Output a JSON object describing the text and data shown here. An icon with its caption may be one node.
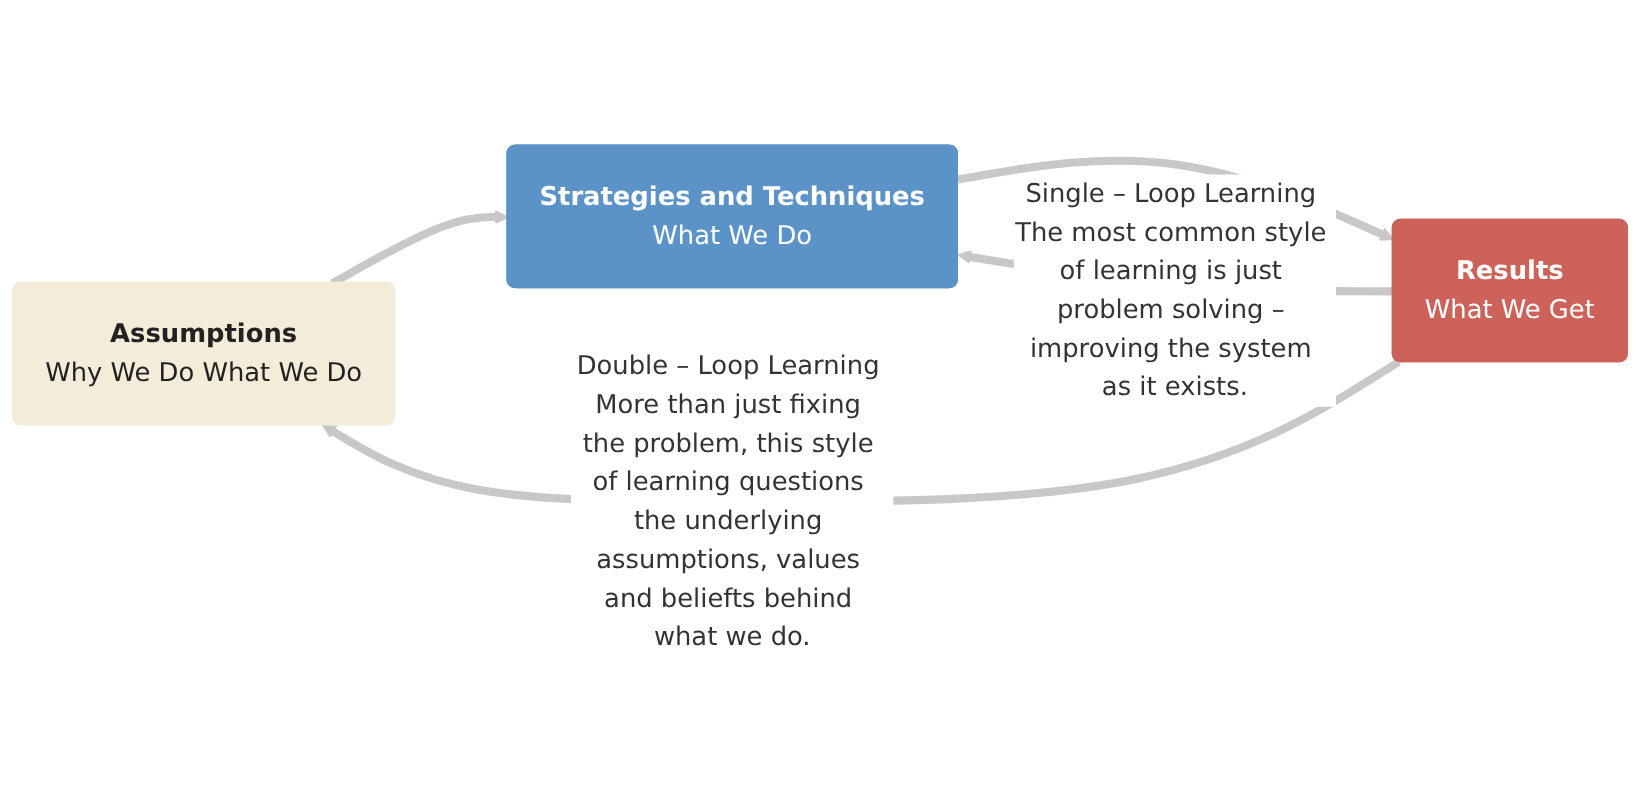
{
  "diagram": {
    "nodes": [
      {
        "text": [
          "Assumptions",
          "Why We Do What We Do"
        ]
      },
      {
        "text": [
          "Strategies and Techniques",
          "What We Do"
        ]
      },
      {
        "text": [
          "Results",
          "What We Get"
        ]
      }
    ],
    "edges": [
      {
        "from": 0,
        "to": 1,
        "arrow": "to"
      },
      {
        "from": 1,
        "to": 2,
        "arrow": "to"
      },
      {
        "from": 2,
        "to": 1,
        "arrow": "to",
        "label": "Single – Loop Learning The most common style of learning is just problem solving – improving the system as it exists."
      },
      {
        "from": 2,
        "to": 0,
        "arrow": "to",
        "label": "Double – Loop Learning More than just fixing the problem, this style of learning questions the underlying assumptions, values and beliefts behind what we do."
      }
    ]
  }
}
